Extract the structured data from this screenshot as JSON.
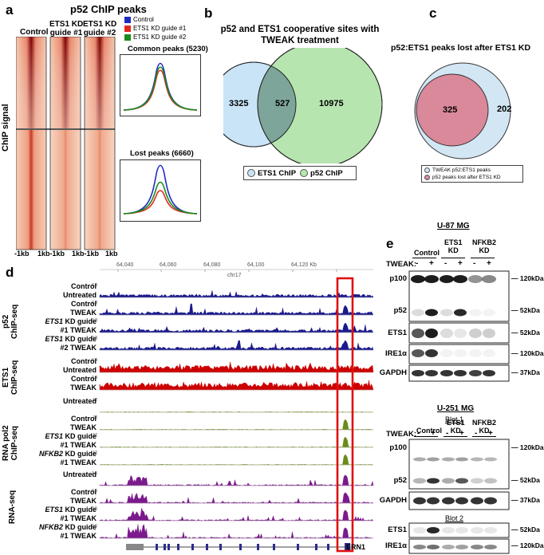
{
  "colors": {
    "heatmap_dark": "#8b0000",
    "heatmap_light": "#f6cdb6",
    "control_blue": "#1f2dbf",
    "guide1_red": "#e3281c",
    "guide2_green": "#1c8a1c",
    "ets1_circle": "#c9e4f7",
    "p52_circle": "#b7e5b0",
    "overlap": "#7da59a",
    "lost_circle": "#d9899a",
    "p52_track": "#1a1a8c",
    "ets1_track": "#cc0000",
    "pol2_track": "#6a8c1a",
    "rna_track": "#7b1a8c",
    "highlight": "#e01010"
  },
  "panel_a": {
    "letter": "a",
    "title": "p52 ChIP peaks",
    "columns": [
      "Control",
      "ETS1 KD\nguide #1",
      "ETS1 KD\nguide #2"
    ],
    "ylabel": "ChIP signal",
    "xticks": [
      "-1kb",
      "1kb-1kb",
      "1kb-1kb",
      "1kb"
    ],
    "legend": [
      "Control",
      "ETS1 KD guide #1",
      "ETS1 KD guide #2"
    ],
    "common_title": "Common peaks (5230)",
    "lost_title": "Lost peaks (6660)"
  },
  "panel_b": {
    "letter": "b",
    "title_line1": "p52 and ETS1 cooperative sites with",
    "title_line2": "TWEAK treatment",
    "ets1_only": "3325",
    "overlap": "527",
    "p52_only": "10975",
    "legend_ets1": "ETS1 ChIP",
    "legend_p52": "p52 ChIP"
  },
  "panel_c": {
    "letter": "c",
    "title": "p52:ETS1 peaks lost after ETS1 KD",
    "inner": "325",
    "outer": "202",
    "legend_outer": "TWEAK p52:ETS1 peaks",
    "legend_inner": "p52 peaks lost after ETS1 KD"
  },
  "panel_d": {
    "letter": "d",
    "coords": [
      "64,040",
      "64,060",
      "64,080",
      "64,100",
      "64,120 Kb"
    ],
    "chrom": "chr17",
    "gene": "ERN1",
    "groups": [
      {
        "label": "p52\nChIP-seq"
      },
      {
        "label": "ETS1\nChIP-seq"
      },
      {
        "label": "RNA pol2\nChIP-seq"
      },
      {
        "label": "RNA-seq"
      }
    ],
    "tracks": [
      {
        "l1": "Control",
        "l2": "Untreated",
        "scale": "0.8",
        "group": 0,
        "seed": 1
      },
      {
        "l1": "Control",
        "l2": "TWEAK",
        "scale": "0.8",
        "group": 0,
        "seed": 2
      },
      {
        "l1": "ETS1 KD guide",
        "l2": "#1 TWEAK",
        "scale": "0.8",
        "group": 0,
        "seed": 3,
        "italic": "ETS1"
      },
      {
        "l1": "ETS1 KD guide",
        "l2": "#2 TWEAK",
        "scale": "0.8",
        "group": 0,
        "seed": 4,
        "italic": "ETS1"
      },
      {
        "l1": "Control",
        "l2": "Untreated",
        "scale": "0.4",
        "group": 1,
        "seed": 5
      },
      {
        "l1": "Control",
        "l2": "TWEAK",
        "scale": "0.4",
        "group": 1,
        "seed": 6
      },
      {
        "l1": "Untreated",
        "l2": "",
        "scale": "12",
        "group": 2,
        "seed": 7
      },
      {
        "l1": "Control",
        "l2": "TWEAK",
        "scale": "12",
        "group": 2,
        "seed": 8
      },
      {
        "l1": "ETS1 KD guide",
        "l2": "#1 TWEAK",
        "scale": "12",
        "group": 2,
        "seed": 9,
        "italic": "ETS1"
      },
      {
        "l1": "NFKB2 KD guide",
        "l2": "#1 TWEAK",
        "scale": "12",
        "group": 2,
        "seed": 10,
        "italic": "NFKB2"
      },
      {
        "l1": "Untreated",
        "l2": "",
        "scale": "0.5",
        "group": 3,
        "seed": 11
      },
      {
        "l1": "Control",
        "l2": "TWEAK",
        "scale": "0.5",
        "group": 3,
        "seed": 12
      },
      {
        "l1": "ETS1 KD guide",
        "l2": "#1 TWEAK",
        "scale": "0.5",
        "group": 3,
        "seed": 13,
        "italic": "ETS1"
      },
      {
        "l1": "NFKB2 KD guide",
        "l2": "#1 TWEAK",
        "scale": "0.5",
        "group": 3,
        "seed": 14,
        "italic": "NFKB2"
      }
    ]
  },
  "panel_e": {
    "letter": "e",
    "u87_title": "U-87 MG",
    "u251_title": "U-251 MG",
    "blot1": "Blot 1",
    "blot2": "Blot 2",
    "col_groups": [
      "Control",
      "ETS1\nKD",
      "NFKB2\nKD"
    ],
    "tweak_label": "TWEAK:",
    "signs": [
      "-",
      "+",
      "-",
      "+",
      "-",
      "+"
    ],
    "u87_rows": [
      {
        "label": "p100",
        "kda": "120kDa"
      },
      {
        "label": "p52",
        "kda": "52kDa"
      },
      {
        "label": "ETS1",
        "kda": "52kDa"
      },
      {
        "label": "IRE1α",
        "kda": "120kDa"
      },
      {
        "label": "GAPDH",
        "kda": "37kDa"
      }
    ],
    "u251_rows": [
      {
        "label": "p100",
        "kda": "120kDa"
      },
      {
        "label": "p52",
        "kda": "52kDa"
      },
      {
        "label": "GAPDH",
        "kda": "37kDa"
      },
      {
        "label": "ETS1",
        "kda": "52kDa"
      },
      {
        "label": "IRE1α",
        "kda": "120kDa"
      }
    ]
  }
}
